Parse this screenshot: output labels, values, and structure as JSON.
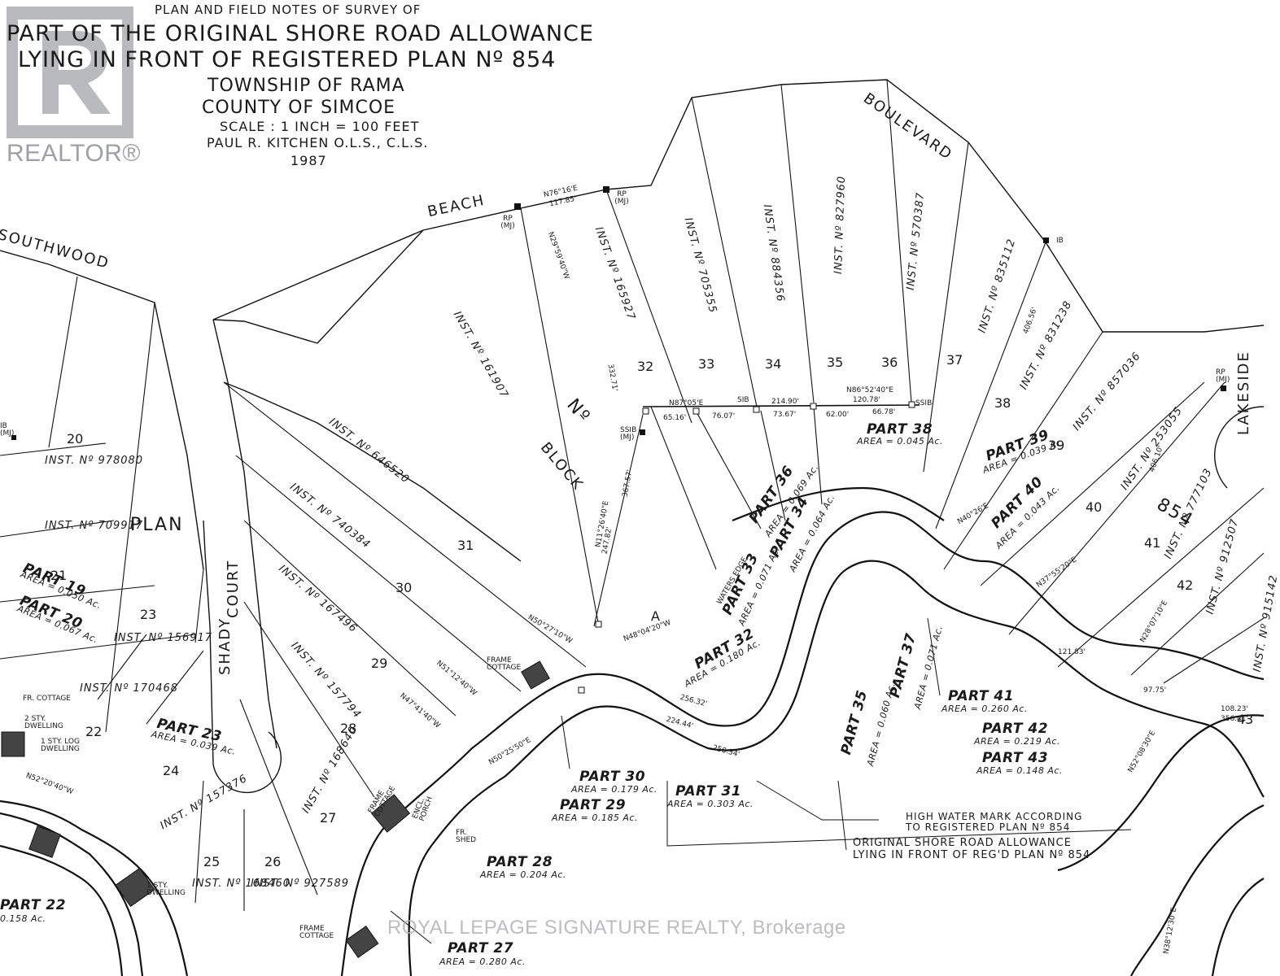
{
  "title": {
    "line0": "PLAN AND FIELD NOTES OF SURVEY OF",
    "line1": "PART OF THE ORIGINAL SHORE ROAD ALLOWANCE",
    "line2": "LYING IN FRONT OF REGISTERED PLAN Nº 854",
    "township": "TOWNSHIP OF RAMA",
    "county": "COUNTY OF SIMCOE",
    "scale": "SCALE : 1 INCH = 100 FEET",
    "surveyor": "PAUL R. KITCHEN O.L.S., C.L.S.",
    "year": "1987"
  },
  "branding": {
    "realtor": "REALTOR®",
    "watermark": "ROYAL LEPAGE SIGNATURE REALTY, Brokerage"
  },
  "streets": {
    "boulevard": "BOULEVARD",
    "beach": "BEACH",
    "southwood": "SOUTHWOOD",
    "shady": "SHADY",
    "court": "COURT",
    "lakeside": "LAKESIDE",
    "plan": "PLAN",
    "block": "BLOCK",
    "block_no": "Nº",
    "block_letter": "A",
    "plan_no": "854"
  },
  "parts": [
    {
      "label": "PART 19",
      "area": "AREA = 0.050 Ac."
    },
    {
      "label": "PART 20",
      "area": "AREA = 0.067 Ac."
    },
    {
      "label": "PART 22",
      "area": "0.158 Ac."
    },
    {
      "label": "PART 23",
      "area": "AREA = 0.039 Ac."
    },
    {
      "label": "PART 27",
      "area": "AREA = 0.280 Ac."
    },
    {
      "label": "PART 28",
      "area": "AREA = 0.204 Ac."
    },
    {
      "label": "PART 29",
      "area": "AREA = 0.185 Ac."
    },
    {
      "label": "PART 30",
      "area": "AREA = 0.179 Ac."
    },
    {
      "label": "PART 31",
      "area": "AREA = 0.303 Ac."
    },
    {
      "label": "PART 32",
      "area": "AREA = 0.180 Ac."
    },
    {
      "label": "PART 33",
      "area": "AREA = 0.071 Ac."
    },
    {
      "label": "PART 34",
      "area": "AREA = 0.064 Ac."
    },
    {
      "label": "PART 35",
      "area": "AREA = 0.060 Ac."
    },
    {
      "label": "PART 36",
      "area": "AREA = 0.069 Ac."
    },
    {
      "label": "PART 37",
      "area": "AREA = 0.071 Ac."
    },
    {
      "label": "PART 38",
      "area": "AREA = 0.045 Ac."
    },
    {
      "label": "PART 39",
      "area": "AREA = 0.039 Ac."
    },
    {
      "label": "PART 40",
      "area": "AREA = 0.043 Ac."
    },
    {
      "label": "PART 41",
      "area": "AREA = 0.260 Ac."
    },
    {
      "label": "PART 42",
      "area": "AREA = 0.219 Ac."
    },
    {
      "label": "PART 43",
      "area": "AREA = 0.148 Ac."
    }
  ],
  "lots": [
    "20",
    "21",
    "22",
    "23",
    "24",
    "25",
    "26",
    "27",
    "28",
    "29",
    "30",
    "31",
    "32",
    "33",
    "34",
    "35",
    "36",
    "37",
    "38",
    "39",
    "40",
    "41",
    "42",
    "43"
  ],
  "instruments": [
    "INST. Nº 978080",
    "INST. Nº 709917",
    "INST. Nº 156917",
    "INST. Nº 170468",
    "INST. Nº 157376",
    "INST. Nº 168460",
    "INST. Nº 927589",
    "INST. Nº 168640",
    "INST. Nº 157794",
    "INST. Nº 167496",
    "INST. Nº 740384",
    "INST. Nº 646520",
    "INST. Nº 161907",
    "INST. Nº 165927",
    "INST. Nº 705355",
    "INST. Nº 884356",
    "INST. Nº 827960",
    "INST. Nº 570387",
    "INST. Nº 835112",
    "INST. Nº 831238",
    "INST. Nº 857036",
    "INST. Nº 253055",
    "INST. Nº 777103",
    "INST. Nº 912507",
    "INST. Nº 915142"
  ],
  "notes": {
    "hwm1": "HIGH WATER MARK ACCORDING",
    "hwm2": "TO REGISTERED PLAN Nº 854",
    "osra1": "ORIGINAL SHORE ROAD ALLOWANCE",
    "osra2": "LYING IN FRONT OF REG'D PLAN Nº 854",
    "frame_cottage": "FRAME COTTAGE",
    "waters_edge": "WATERS EDGE",
    "dwelling": "2 STY. DWELLING",
    "log_dwelling": "1 STY. LOG DWELLING",
    "fr_cottage": "FR. COTTAGE",
    "fr_shed": "FR. SHED",
    "one_sty_dwelling": "1 STY. DWELLING",
    "encl": "ENCL. PORCH"
  },
  "bearings": {
    "b1": "N76°16'E",
    "b1d": "117.85'",
    "b2": "N87°05'E",
    "b3": "N86°52'40\"E",
    "d1": "214.90'",
    "d2": "120.78'",
    "d3": "65.16'",
    "d4": "76.07'",
    "d5": "73.67'",
    "d6": "62.00'",
    "d7": "66.78'",
    "b4": "N29°59'40\"W",
    "b5": "N11°26'40\"E",
    "b6": "N48°04'20\"W",
    "b7": "N50°27'10\"W",
    "b8": "N51°12'40\"W",
    "b9": "N47°41'40\"W",
    "b10": "N50°25'50\"E",
    "b11": "N52°20'40\"W",
    "b12": "N40°26'E",
    "b13": "N37°55'20\"E",
    "b14": "N28°07'10\"E",
    "b15": "N52°08'30\"E",
    "b16": "N38°12'30\"E",
    "d8": "247.82'",
    "d9": "367.57'",
    "d10": "332.71'",
    "d11": "256.32'",
    "d12": "224.44'",
    "d13": "250.34'",
    "d14": "406.56'",
    "d15": "406.10'",
    "d16": "356.41'",
    "d17": "121.83'",
    "d18": "97.75'",
    "d19": "108.23'"
  },
  "markers": [
    "RP (MJ)",
    "RP (MJ)",
    "IB",
    "SSIB",
    "SIB",
    "IB (MJ)",
    "SSIB (MJ)",
    "RP (MJ)"
  ]
}
